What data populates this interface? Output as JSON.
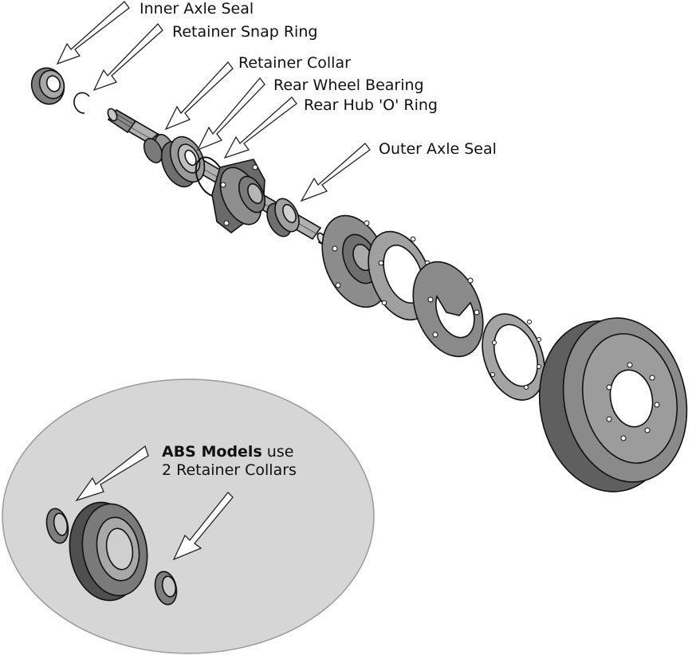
{
  "labels": {
    "inner_axle_seal": "Inner Axle Seal",
    "retainer_snap_ring": "Retainer Snap Ring",
    "retainer_collar": "Retainer Collar",
    "rear_wheel_bearing": "Rear Wheel Bearing",
    "rear_hub_o_ring": "Rear Hub 'O' Ring",
    "outer_axle_seal": "Outer Axle Seal"
  },
  "abs_note": {
    "bold": "ABS Models",
    "rest": " use",
    "line2": "2 Retainer Collars"
  },
  "colors": {
    "part_fill": "#8e8e8e",
    "part_dark": "#5f5f5f",
    "part_light": "#b8b8b8",
    "inset_fill": "#d6d6d6",
    "arrow_fill": "#ffffff"
  }
}
